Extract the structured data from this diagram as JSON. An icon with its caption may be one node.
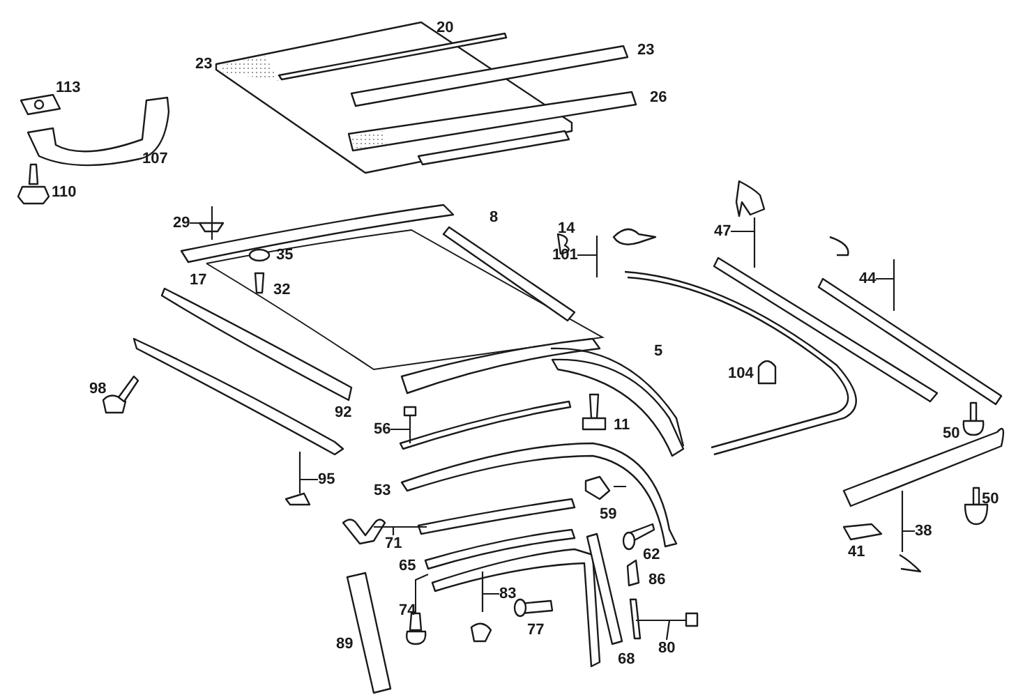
{
  "diagram": {
    "nodes": [
      {
        "text": [
          "29"
        ]
      },
      {
        "text": [
          "101"
        ]
      },
      {
        "text": [
          "47"
        ]
      },
      {
        "text": [
          "44"
        ]
      },
      {
        "text": [
          "95"
        ]
      },
      {
        "text": [
          "56"
        ]
      },
      {
        "text": [
          "71"
        ]
      },
      {
        "text": [
          "83"
        ]
      },
      {
        "text": [
          "38"
        ]
      },
      {
        "text": [
          "80"
        ]
      }
    ],
    "edges": [
      {
        "from": 0,
        "to": null,
        "arrow": "none"
      },
      {
        "from": 1,
        "to": null,
        "arrow": "none"
      },
      {
        "from": 2,
        "to": null,
        "arrow": "none"
      },
      {
        "from": 3,
        "to": null,
        "arrow": "none"
      },
      {
        "from": 4,
        "to": null,
        "arrow": "none"
      },
      {
        "from": 5,
        "to": null,
        "arrow": "none"
      },
      {
        "from": 6,
        "to": null,
        "arrow": "none"
      },
      {
        "from": 7,
        "to": null,
        "arrow": "none"
      },
      {
        "from": 8,
        "to": null,
        "arrow": "none"
      },
      {
        "from": 9,
        "to": null,
        "arrow": "none"
      }
    ],
    "labels": [
      "20",
      "23",
      "113",
      "23",
      "26",
      "107",
      "110",
      "8",
      "14",
      "35",
      "17",
      "32",
      "5",
      "104",
      "98",
      "92",
      "11",
      "50",
      "53",
      "50",
      "59",
      "62",
      "65",
      "41",
      "86",
      "74",
      "77",
      "89",
      "68"
    ]
  }
}
